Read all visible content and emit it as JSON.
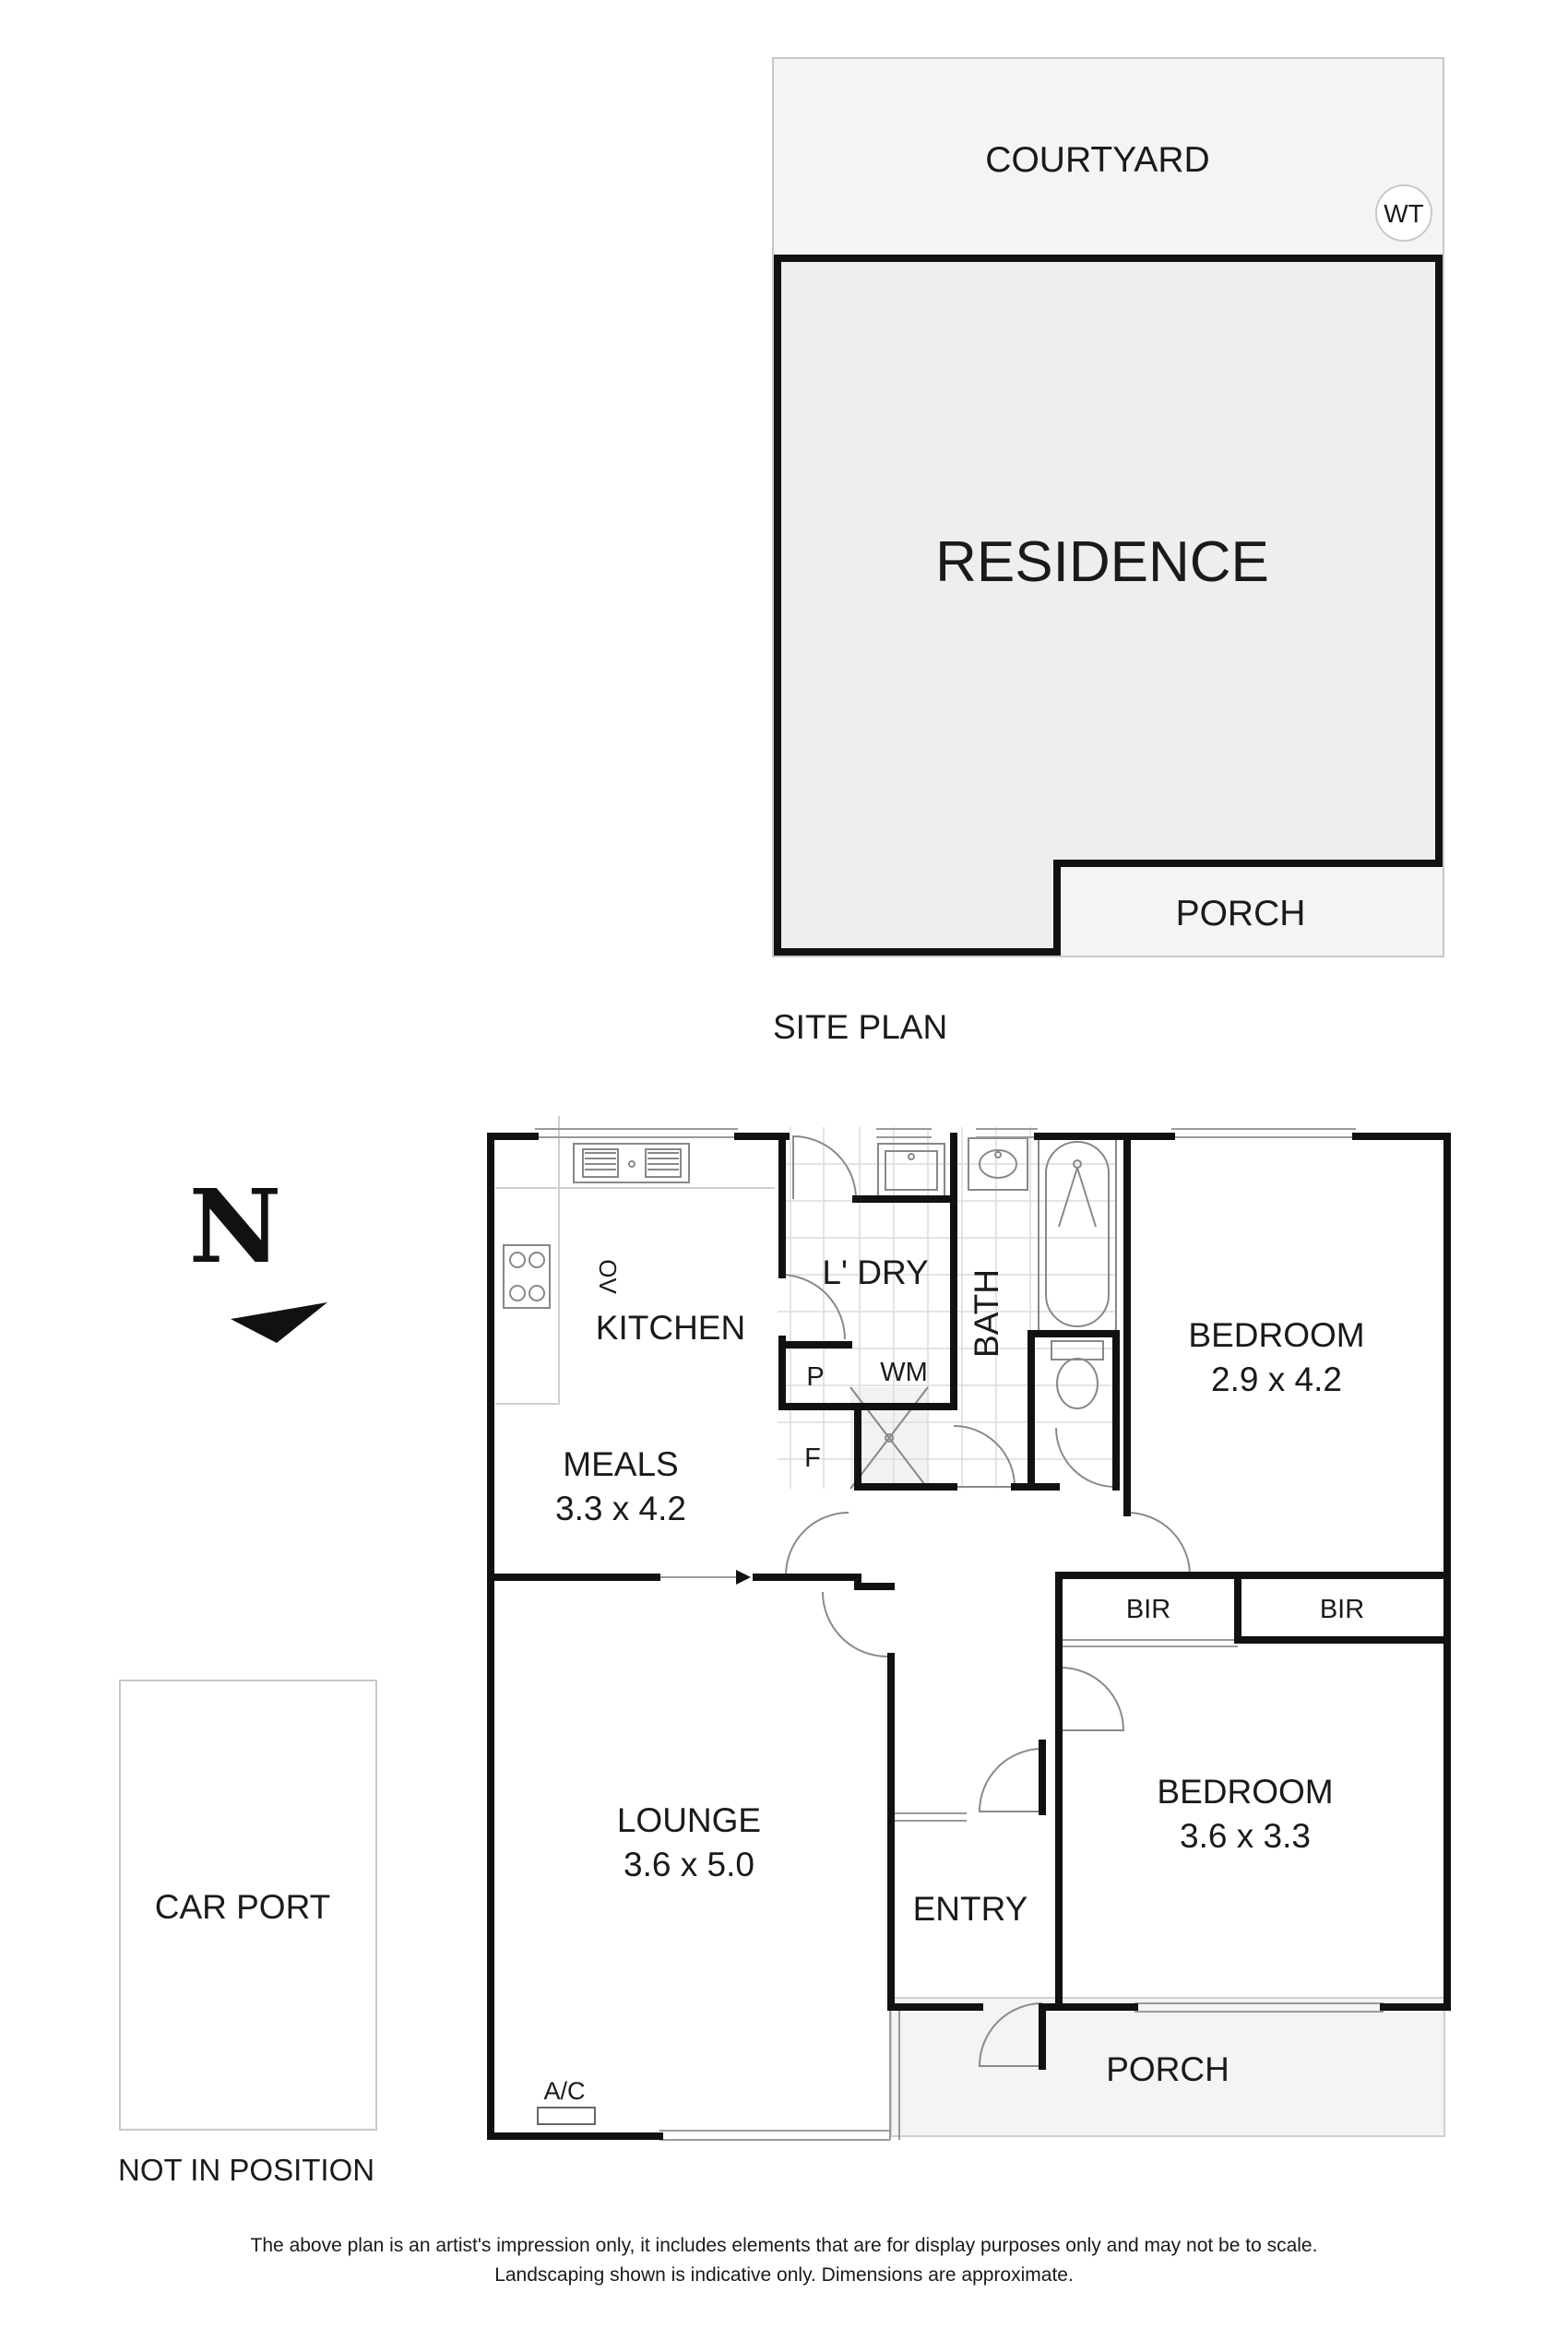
{
  "site_plan": {
    "courtyard": "COURTYARD",
    "wt": "WT",
    "residence": "RESIDENCE",
    "porch": "PORCH",
    "caption": "SITE PLAN"
  },
  "compass": {
    "letter": "N"
  },
  "rooms": {
    "kitchen": "KITCHEN",
    "oven": "OV",
    "laundry": "L' DRY",
    "bath": "BATH",
    "pantry": "P",
    "washing_machine": "WM",
    "fridge": "F",
    "meals": "MEALS",
    "meals_size": "3.3 x 4.2",
    "bedroom1": "BEDROOM",
    "bedroom1_size": "2.9 x 4.2",
    "bir1": "BIR",
    "bir2": "BIR",
    "bedroom2": "BEDROOM",
    "bedroom2_size": "3.6 x 3.3",
    "lounge": "LOUNGE",
    "lounge_size": "3.6 x 5.0",
    "entry": "ENTRY",
    "porch": "PORCH",
    "ac": "A/C",
    "car_port": "CAR PORT",
    "not_in_position": "NOT IN POSITION"
  },
  "disclaimer": {
    "line1": "The above plan is an artist's impression only, it includes elements that are for display purposes only and may not be to scale.",
    "line2": "Landscaping shown is indicative only. Dimensions are approximate."
  }
}
